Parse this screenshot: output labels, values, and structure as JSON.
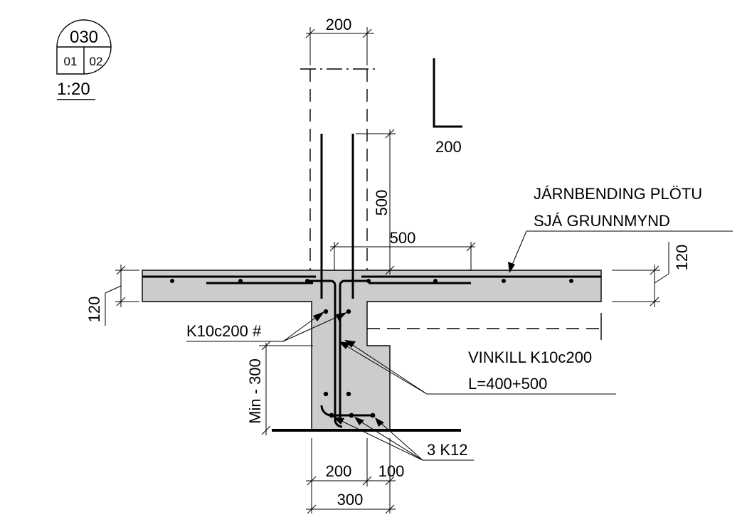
{
  "detail_tag": {
    "number": "030",
    "sheet_left": "01",
    "sheet_right": "02",
    "scale": "1:20"
  },
  "dimensions": {
    "wall_width_top": "200",
    "bar_leg_symbol": "200",
    "anchor_length": "500",
    "lap_length": "500",
    "slab_thickness_right": "120",
    "slab_thickness_left": "120",
    "footing_depth": "Min - 300",
    "footing_wall": "200",
    "footing_heel": "100",
    "footing_total": "300"
  },
  "labels": {
    "slab_rebar_line1": "JÁRNBENDING PLÖTU",
    "slab_rebar_line2": "SJÁ GRUNNMYND",
    "wall_rebar": "K10c200 #",
    "angle_bar_line1": "VINKILL K10c200",
    "angle_bar_line2": "L=400+500",
    "bottom_bars": "3 K12"
  },
  "colors": {
    "concrete": "#cccccc",
    "line": "#000000"
  }
}
